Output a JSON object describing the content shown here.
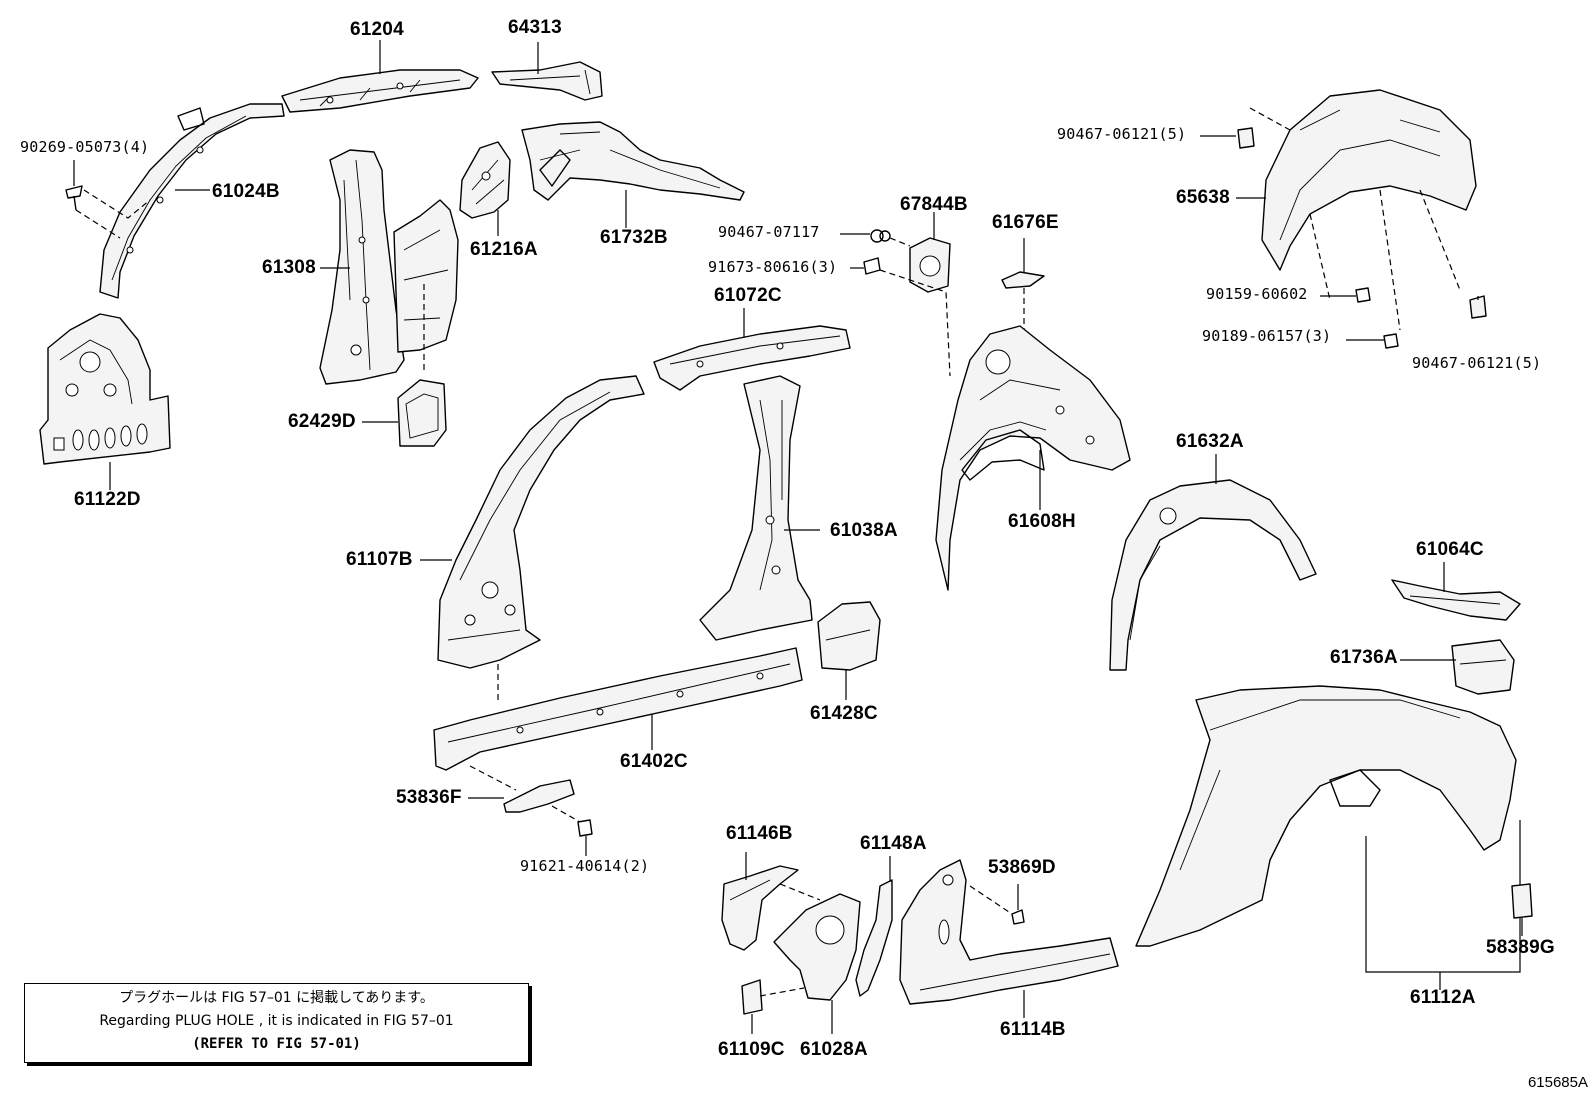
{
  "labels": [
    {
      "id": "p61204",
      "text": "61204"
    },
    {
      "id": "p64313",
      "text": "64313"
    },
    {
      "id": "p90269",
      "text": "90269-05073(4)"
    },
    {
      "id": "p61024B",
      "text": "61024B"
    },
    {
      "id": "p61308",
      "text": "61308"
    },
    {
      "id": "p61216A",
      "text": "61216A"
    },
    {
      "id": "p61732B",
      "text": "61732B"
    },
    {
      "id": "p61122D",
      "text": "61122D"
    },
    {
      "id": "p62429D",
      "text": "62429D"
    },
    {
      "id": "p90467a",
      "text": "90467-07117"
    },
    {
      "id": "p91673",
      "text": "91673-80616(3)"
    },
    {
      "id": "p67844B",
      "text": "67844B"
    },
    {
      "id": "p61676E",
      "text": "61676E"
    },
    {
      "id": "p61072C",
      "text": "61072C"
    },
    {
      "id": "p90467b",
      "text": "90467-06121(5)"
    },
    {
      "id": "p65638",
      "text": "65638"
    },
    {
      "id": "p90159",
      "text": "90159-60602"
    },
    {
      "id": "p90189",
      "text": "90189-06157(3)"
    },
    {
      "id": "p90467c",
      "text": "90467-06121(5)"
    },
    {
      "id": "p61608H",
      "text": "61608H"
    },
    {
      "id": "p61632A",
      "text": "61632A"
    },
    {
      "id": "p61107B",
      "text": "61107B"
    },
    {
      "id": "p61038A",
      "text": "61038A"
    },
    {
      "id": "p61064C",
      "text": "61064C"
    },
    {
      "id": "p61736A",
      "text": "61736A"
    },
    {
      "id": "p61428C",
      "text": "61428C"
    },
    {
      "id": "p61402C",
      "text": "61402C"
    },
    {
      "id": "p53836F",
      "text": "53836F"
    },
    {
      "id": "p91621",
      "text": "91621-40614(2)"
    },
    {
      "id": "p61146B",
      "text": "61146B"
    },
    {
      "id": "p61148A",
      "text": "61148A"
    },
    {
      "id": "p53869D",
      "text": "53869D"
    },
    {
      "id": "p61109C",
      "text": "61109C"
    },
    {
      "id": "p61028A",
      "text": "61028A"
    },
    {
      "id": "p61114B",
      "text": "61114B"
    },
    {
      "id": "p58389G",
      "text": "58389G"
    },
    {
      "id": "p61112A",
      "text": "61112A"
    }
  ],
  "note": {
    "line1": "プラグホールは FIG 57–01 に掲載してあります。",
    "line2": "Regarding PLUG HOLE , it is indicated in FIG 57–01",
    "line3": "(REFER TO FIG 57-01)"
  },
  "figure_id": "615685A"
}
